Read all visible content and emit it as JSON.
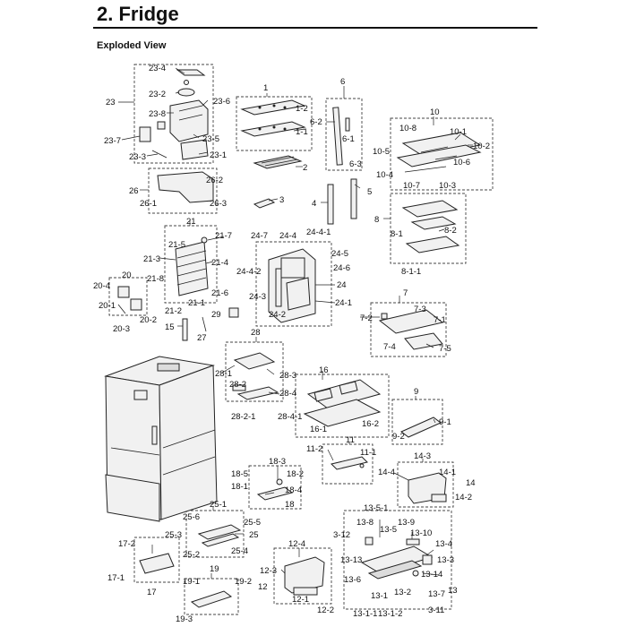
{
  "header": {
    "title": "2.  Fridge",
    "subtitle": "Exploded View"
  },
  "groups": {
    "g1": [
      "1",
      "1-2",
      "1-1",
      "2",
      "3"
    ],
    "g6": [
      "6",
      "6-2",
      "6-1",
      "6-3",
      "5",
      "4"
    ],
    "g10": [
      "10",
      "10-8",
      "10-1",
      "10-2",
      "10-5",
      "10-6",
      "10-4",
      "10-7",
      "10-3"
    ],
    "g23": [
      "23",
      "23-4",
      "23-2",
      "23-8",
      "23-6",
      "23-5",
      "23-7",
      "23-1",
      "23-3"
    ],
    "g26": [
      "26",
      "26-2",
      "26-1",
      "26-3"
    ],
    "g8": [
      "8",
      "8-1",
      "8-2",
      "8-1-1"
    ],
    "g21": [
      "21",
      "21-7",
      "21-5",
      "21-3",
      "21-4",
      "21-8",
      "21-6",
      "21-1",
      "21-2"
    ],
    "g24": [
      "24-7",
      "24-4",
      "24-4-1",
      "24-5",
      "24-6",
      "24-4-2",
      "24",
      "24-3",
      "24-1",
      "24-2"
    ],
    "g20": [
      "20",
      "20-4",
      "20-1",
      "20-2",
      "20-3"
    ],
    "g7": [
      "7",
      "7-3",
      "7-2",
      "7-1",
      "7-4",
      "7-5"
    ],
    "misc": [
      "29",
      "15",
      "27"
    ],
    "g28": [
      "28",
      "28-1",
      "28-3",
      "28-2",
      "28-4",
      "28-2-1",
      "28-4-1"
    ],
    "g16": [
      "16",
      "16-1",
      "16-2"
    ],
    "g9": [
      "9",
      "9-1",
      "9-2"
    ],
    "g11": [
      "11",
      "11-2",
      "11-1"
    ],
    "g14": [
      "14-3",
      "14-4",
      "14-1",
      "14",
      "14-2"
    ],
    "g18": [
      "18-3",
      "18-5",
      "18-2",
      "18-1",
      "18-4",
      "18"
    ],
    "g25": [
      "25-1",
      "25-6",
      "25-5",
      "25-3",
      "25",
      "25-2",
      "25-4"
    ],
    "g17": [
      "17-2",
      "17-1",
      "17"
    ],
    "g19": [
      "19",
      "19-1",
      "19-2",
      "19-3"
    ],
    "g12": [
      "12-4",
      "12-3",
      "12",
      "12-1",
      "12-2"
    ],
    "g13": [
      "13-5-1",
      "13-8",
      "13-5",
      "13-9",
      "3-12",
      "13-10",
      "13-4",
      "13-13",
      "13-3",
      "13-14",
      "13-6",
      "13-2",
      "13-7",
      "13",
      "13-1",
      "13-1-1",
      "13-1-2",
      "3-11"
    ]
  }
}
